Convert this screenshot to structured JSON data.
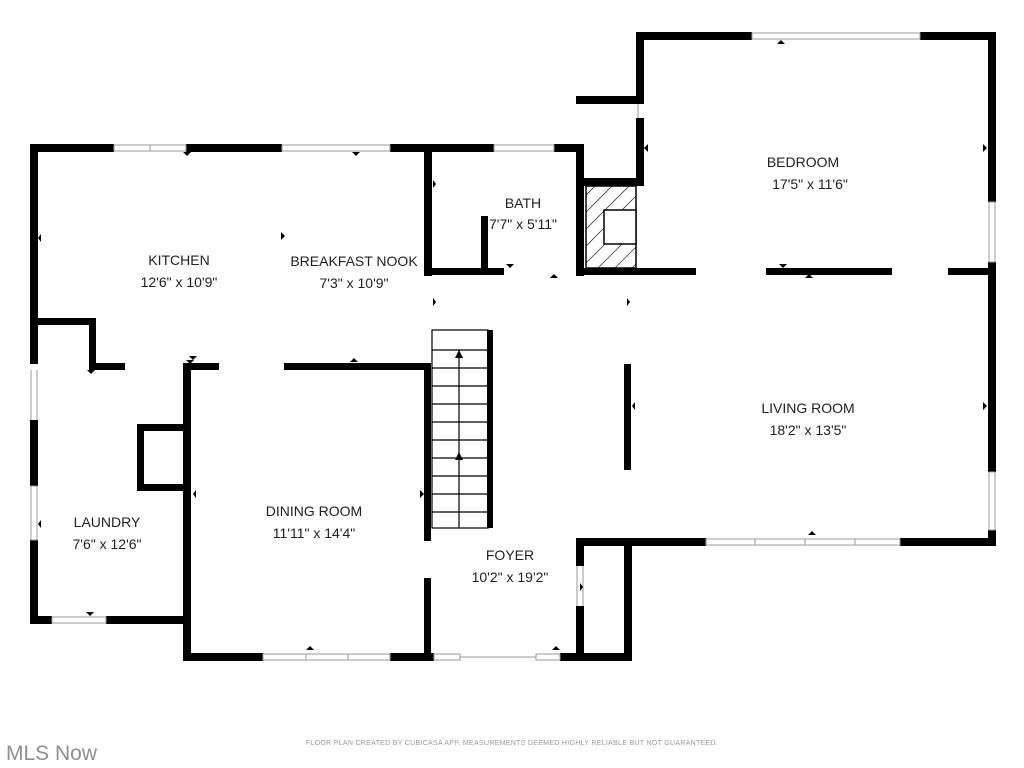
{
  "rooms": {
    "kitchen": {
      "name": "KITCHEN",
      "dim": "12'6\" x 10'9\""
    },
    "breakfast": {
      "name": "BREAKFAST NOOK",
      "dim": "7'3\" x 10'9\""
    },
    "bath": {
      "name": "BATH",
      "dim": "7'7\" x 5'11\""
    },
    "bedroom": {
      "name": "BEDROOM",
      "dim": "17'5\" x 11'6\""
    },
    "living": {
      "name": "LIVING ROOM",
      "dim": "18'2\" x 13'5\""
    },
    "dining": {
      "name": "DINING ROOM",
      "dim": "11'11\" x 14'4\""
    },
    "laundry": {
      "name": "LAUNDRY",
      "dim": "7'6\" x 12'6\""
    },
    "foyer": {
      "name": "FOYER",
      "dim": "10'2\" x 19'2\""
    }
  },
  "footer": {
    "disclaimer": "FLOOR PLAN CREATED BY CUBICASA APP. MEASUREMENTS DEEMED HIGHLY RELIABLE BUT NOT GUARANTEED.",
    "logo": "MLS Now"
  },
  "colors": {
    "wall": "#000000",
    "window": "#9a9a9a",
    "text": "#222222"
  }
}
